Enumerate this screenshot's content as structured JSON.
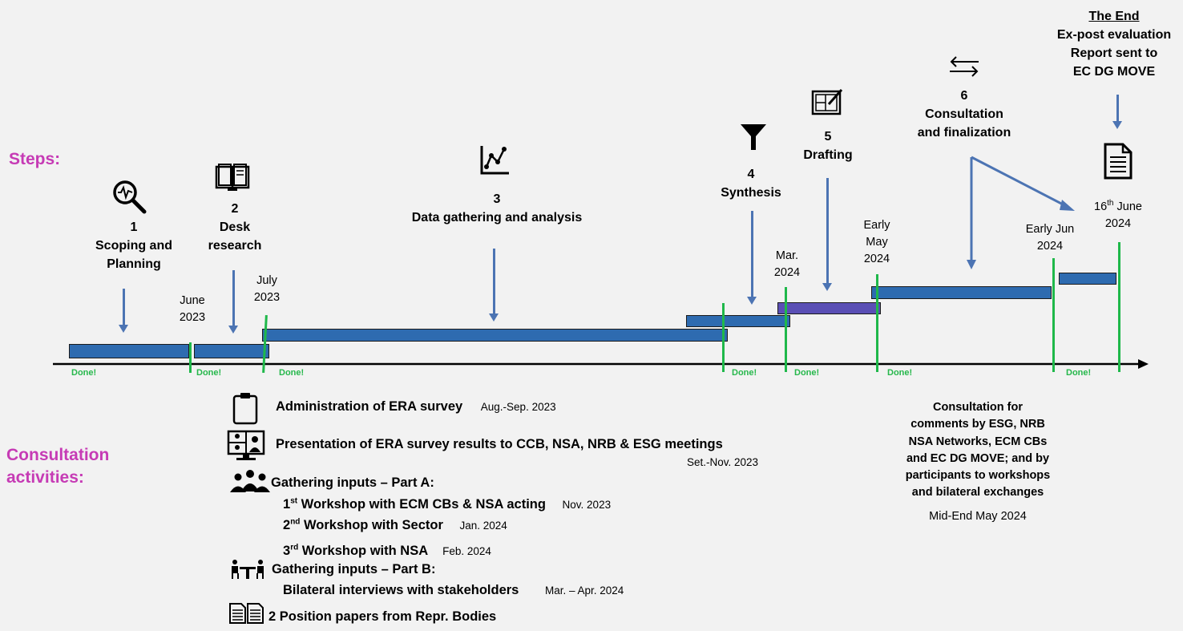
{
  "labels": {
    "steps": "Steps:",
    "consultation_line1": "Consultation",
    "consultation_line2": "activities:"
  },
  "steps": [
    {
      "num": "1",
      "l1": "Scoping and",
      "l2": "Planning"
    },
    {
      "num": "2",
      "l1": "Desk",
      "l2": "research"
    },
    {
      "num": "3",
      "l1": "Data gathering and analysis"
    },
    {
      "num": "4",
      "l1": "Synthesis"
    },
    {
      "num": "5",
      "l1": "Drafting"
    },
    {
      "num": "6",
      "l1": "Consultation",
      "l2": "and finalization"
    }
  ],
  "the_end": {
    "title": "The End",
    "l1": "Ex-post evaluation",
    "l2": "Report sent to",
    "l3": "EC DG MOVE"
  },
  "dates": {
    "june2023_l1": "June",
    "june2023_l2": "2023",
    "july2023_l1": "July",
    "july2023_l2": "2023",
    "mar2024_l1": "Mar.",
    "mar2024_l2": "2024",
    "may2024_l1": "Early",
    "may2024_l2": "May",
    "may2024_l3": "2024",
    "jun2024_l1": "Early Jun",
    "jun2024_l2": "2024",
    "end_l1_pre": "16",
    "end_l1_sup": "th",
    "end_l1_post": " June",
    "end_l2": "2024"
  },
  "done_label": "Done!",
  "activities": {
    "era_survey": "Administration of ERA survey",
    "era_survey_date": "Aug.-Sep. 2023",
    "presentation": "Presentation of ERA survey results to CCB, NSA, NRB & ESG meetings",
    "presentation_date": "Set.-Nov. 2023",
    "part_a": "Gathering inputs – Part A:",
    "ws1_pre": "1",
    "ws1_sup": "st",
    "ws1_post": " Workshop with ECM CBs & NSA acting",
    "ws1_date": "Nov. 2023",
    "ws2_pre": "2",
    "ws2_sup": "nd",
    "ws2_post": " Workshop with Sector",
    "ws2_date": "Jan. 2024",
    "ws3_pre": "3",
    "ws3_sup": "rd",
    "ws3_post": " Workshop with NSA",
    "ws3_date": "Feb. 2024",
    "part_b": "Gathering inputs – Part B:",
    "bilateral": "Bilateral interviews with stakeholders",
    "bilateral_date": "Mar. – Apr. 2024",
    "position": "2 Position papers from Repr. Bodies"
  },
  "consultation_box": {
    "l1": "Consultation for",
    "l2": "comments by ESG, NRB",
    "l3": "NSA Networks, ECM CBs",
    "l4": "and EC DG MOVE; and by",
    "l5": "participants to workshops",
    "l6": "and bilateral exchanges",
    "date": "Mid-End May 2024"
  },
  "colors": {
    "bar": "#2e6bb0",
    "bar_purple": "#5a4fb5",
    "milestone": "#1fb84a",
    "section_label": "#c63bb5",
    "arrow": "#4c74b3"
  },
  "icons": [
    "magnifier-heartbeat-icon",
    "open-book-icon",
    "line-chart-icon",
    "funnel-icon",
    "blueprint-pencil-icon",
    "swap-arrows-icon",
    "document-icon",
    "clipboard-icon",
    "video-meeting-icon",
    "group-icon",
    "interview-table-icon",
    "two-documents-icon"
  ]
}
